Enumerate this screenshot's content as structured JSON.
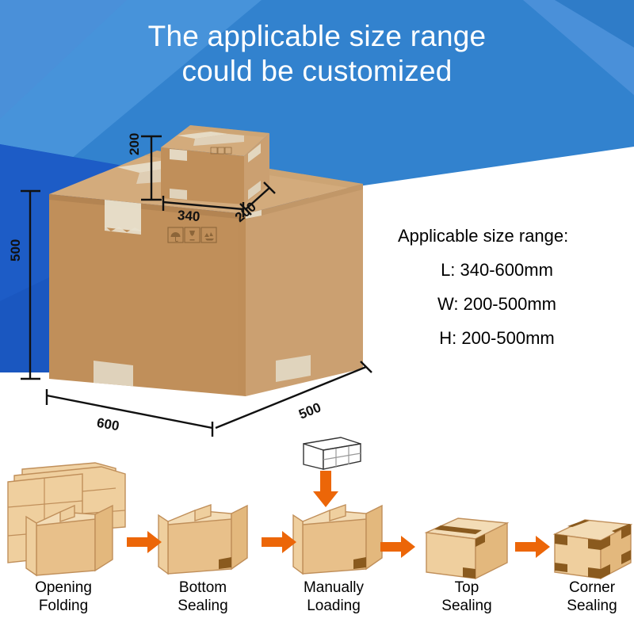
{
  "title": {
    "line1": "The applicable size range",
    "line2": "could be customized"
  },
  "spec": {
    "heading": "Applicable size range:",
    "lines": [
      "L: 340-600mm",
      "W: 200-500mm",
      "H: 200-500mm"
    ]
  },
  "dimensions": {
    "small_box_height": "200",
    "small_box_length": "340",
    "small_box_width": "200",
    "large_box_height": "500",
    "large_box_length": "600",
    "large_box_width": "500"
  },
  "flow": {
    "steps": [
      {
        "line1": "Opening",
        "line2": "Folding"
      },
      {
        "line1": "Bottom",
        "line2": "Sealing"
      },
      {
        "line1": "Manually",
        "line2": "Loading"
      },
      {
        "line1": "Top",
        "line2": "Sealing"
      },
      {
        "line1": "Corner",
        "line2": "Sealing"
      }
    ]
  },
  "colors": {
    "blue_light": "#4a90d9",
    "blue_mid": "#3282ce",
    "blue_dark": "#1a57c0",
    "arrow_orange": "#ec6608",
    "carton_front": "#c08f5a",
    "carton_side": "#cba071",
    "carton_top": "#d3ab7c",
    "flow_carton": "#efcf9e",
    "flow_carton_dark": "#8a5a1e",
    "text_white": "#ffffff",
    "text_black": "#000000"
  }
}
